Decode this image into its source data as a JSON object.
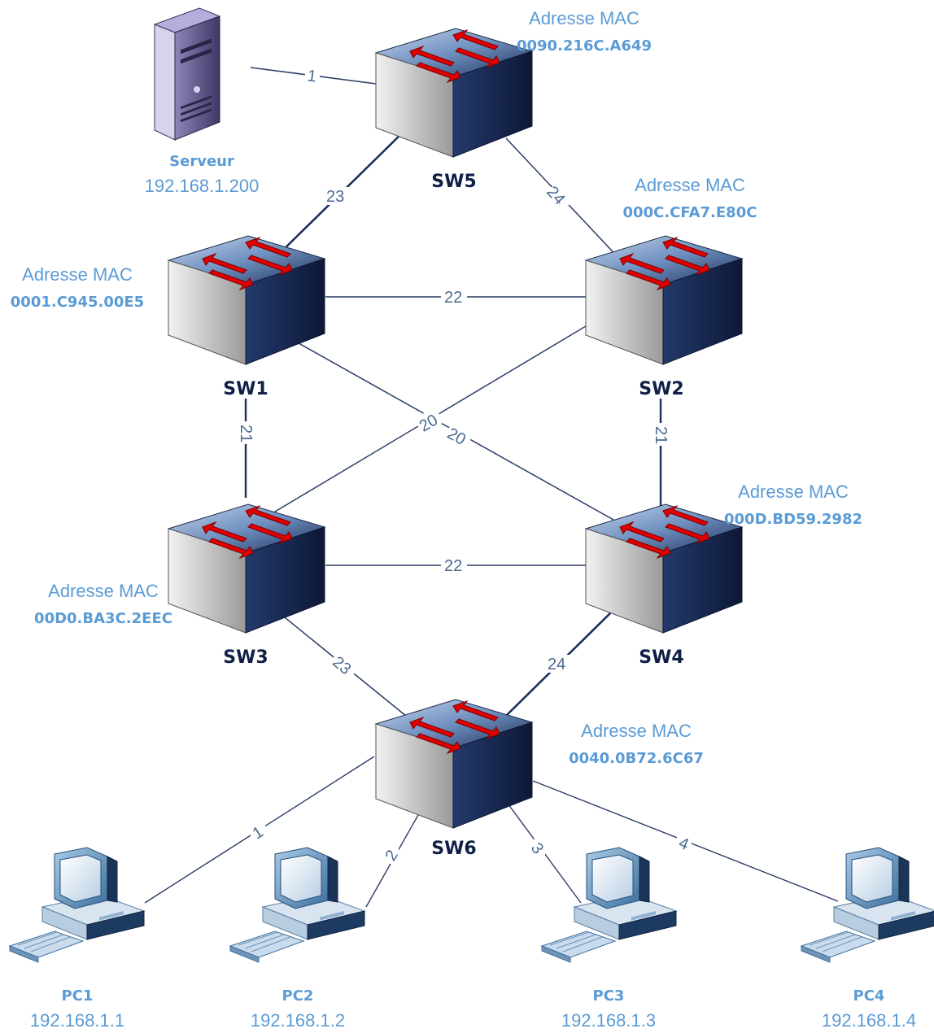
{
  "switches": {
    "sw1": {
      "label": "SW1",
      "mac_title": "Adresse MAC",
      "mac": "0001.C945.00E5"
    },
    "sw2": {
      "label": "SW2",
      "mac_title": "Adresse MAC",
      "mac": "000C.CFA7.E80C"
    },
    "sw3": {
      "label": "SW3",
      "mac_title": "Adresse MAC",
      "mac": "00D0.BA3C.2EEC"
    },
    "sw4": {
      "label": "SW4",
      "mac_title": "Adresse MAC",
      "mac": "000D.BD59.2982"
    },
    "sw5": {
      "label": "SW5",
      "mac_title": "Adresse MAC",
      "mac": "0090.216C.A649"
    },
    "sw6": {
      "label": "SW6",
      "mac_title": "Adresse MAC",
      "mac": "0040.0B72.6C67"
    }
  },
  "server": {
    "name": "Serveur",
    "ip": "192.168.1.200"
  },
  "pcs": [
    {
      "name": "PC1",
      "ip": "192.168.1.1"
    },
    {
      "name": "PC2",
      "ip": "192.168.1.2"
    },
    {
      "name": "PC3",
      "ip": "192.168.1.3"
    },
    {
      "name": "PC4",
      "ip": "192.168.1.4"
    }
  ],
  "ports": {
    "server_sw5": "1",
    "sw5_sw1": "23",
    "sw5_sw2": "24",
    "sw1_sw2": "22",
    "sw1_sw3": "21",
    "sw2_sw4": "21",
    "sw1_sw4": "20",
    "sw2_sw3": "20",
    "sw3_sw4": "22",
    "sw3_sw6": "23",
    "sw4_sw6": "24",
    "sw6_pc1": "1",
    "sw6_pc2": "2",
    "sw6_pc3": "3",
    "sw6_pc4": "4"
  }
}
